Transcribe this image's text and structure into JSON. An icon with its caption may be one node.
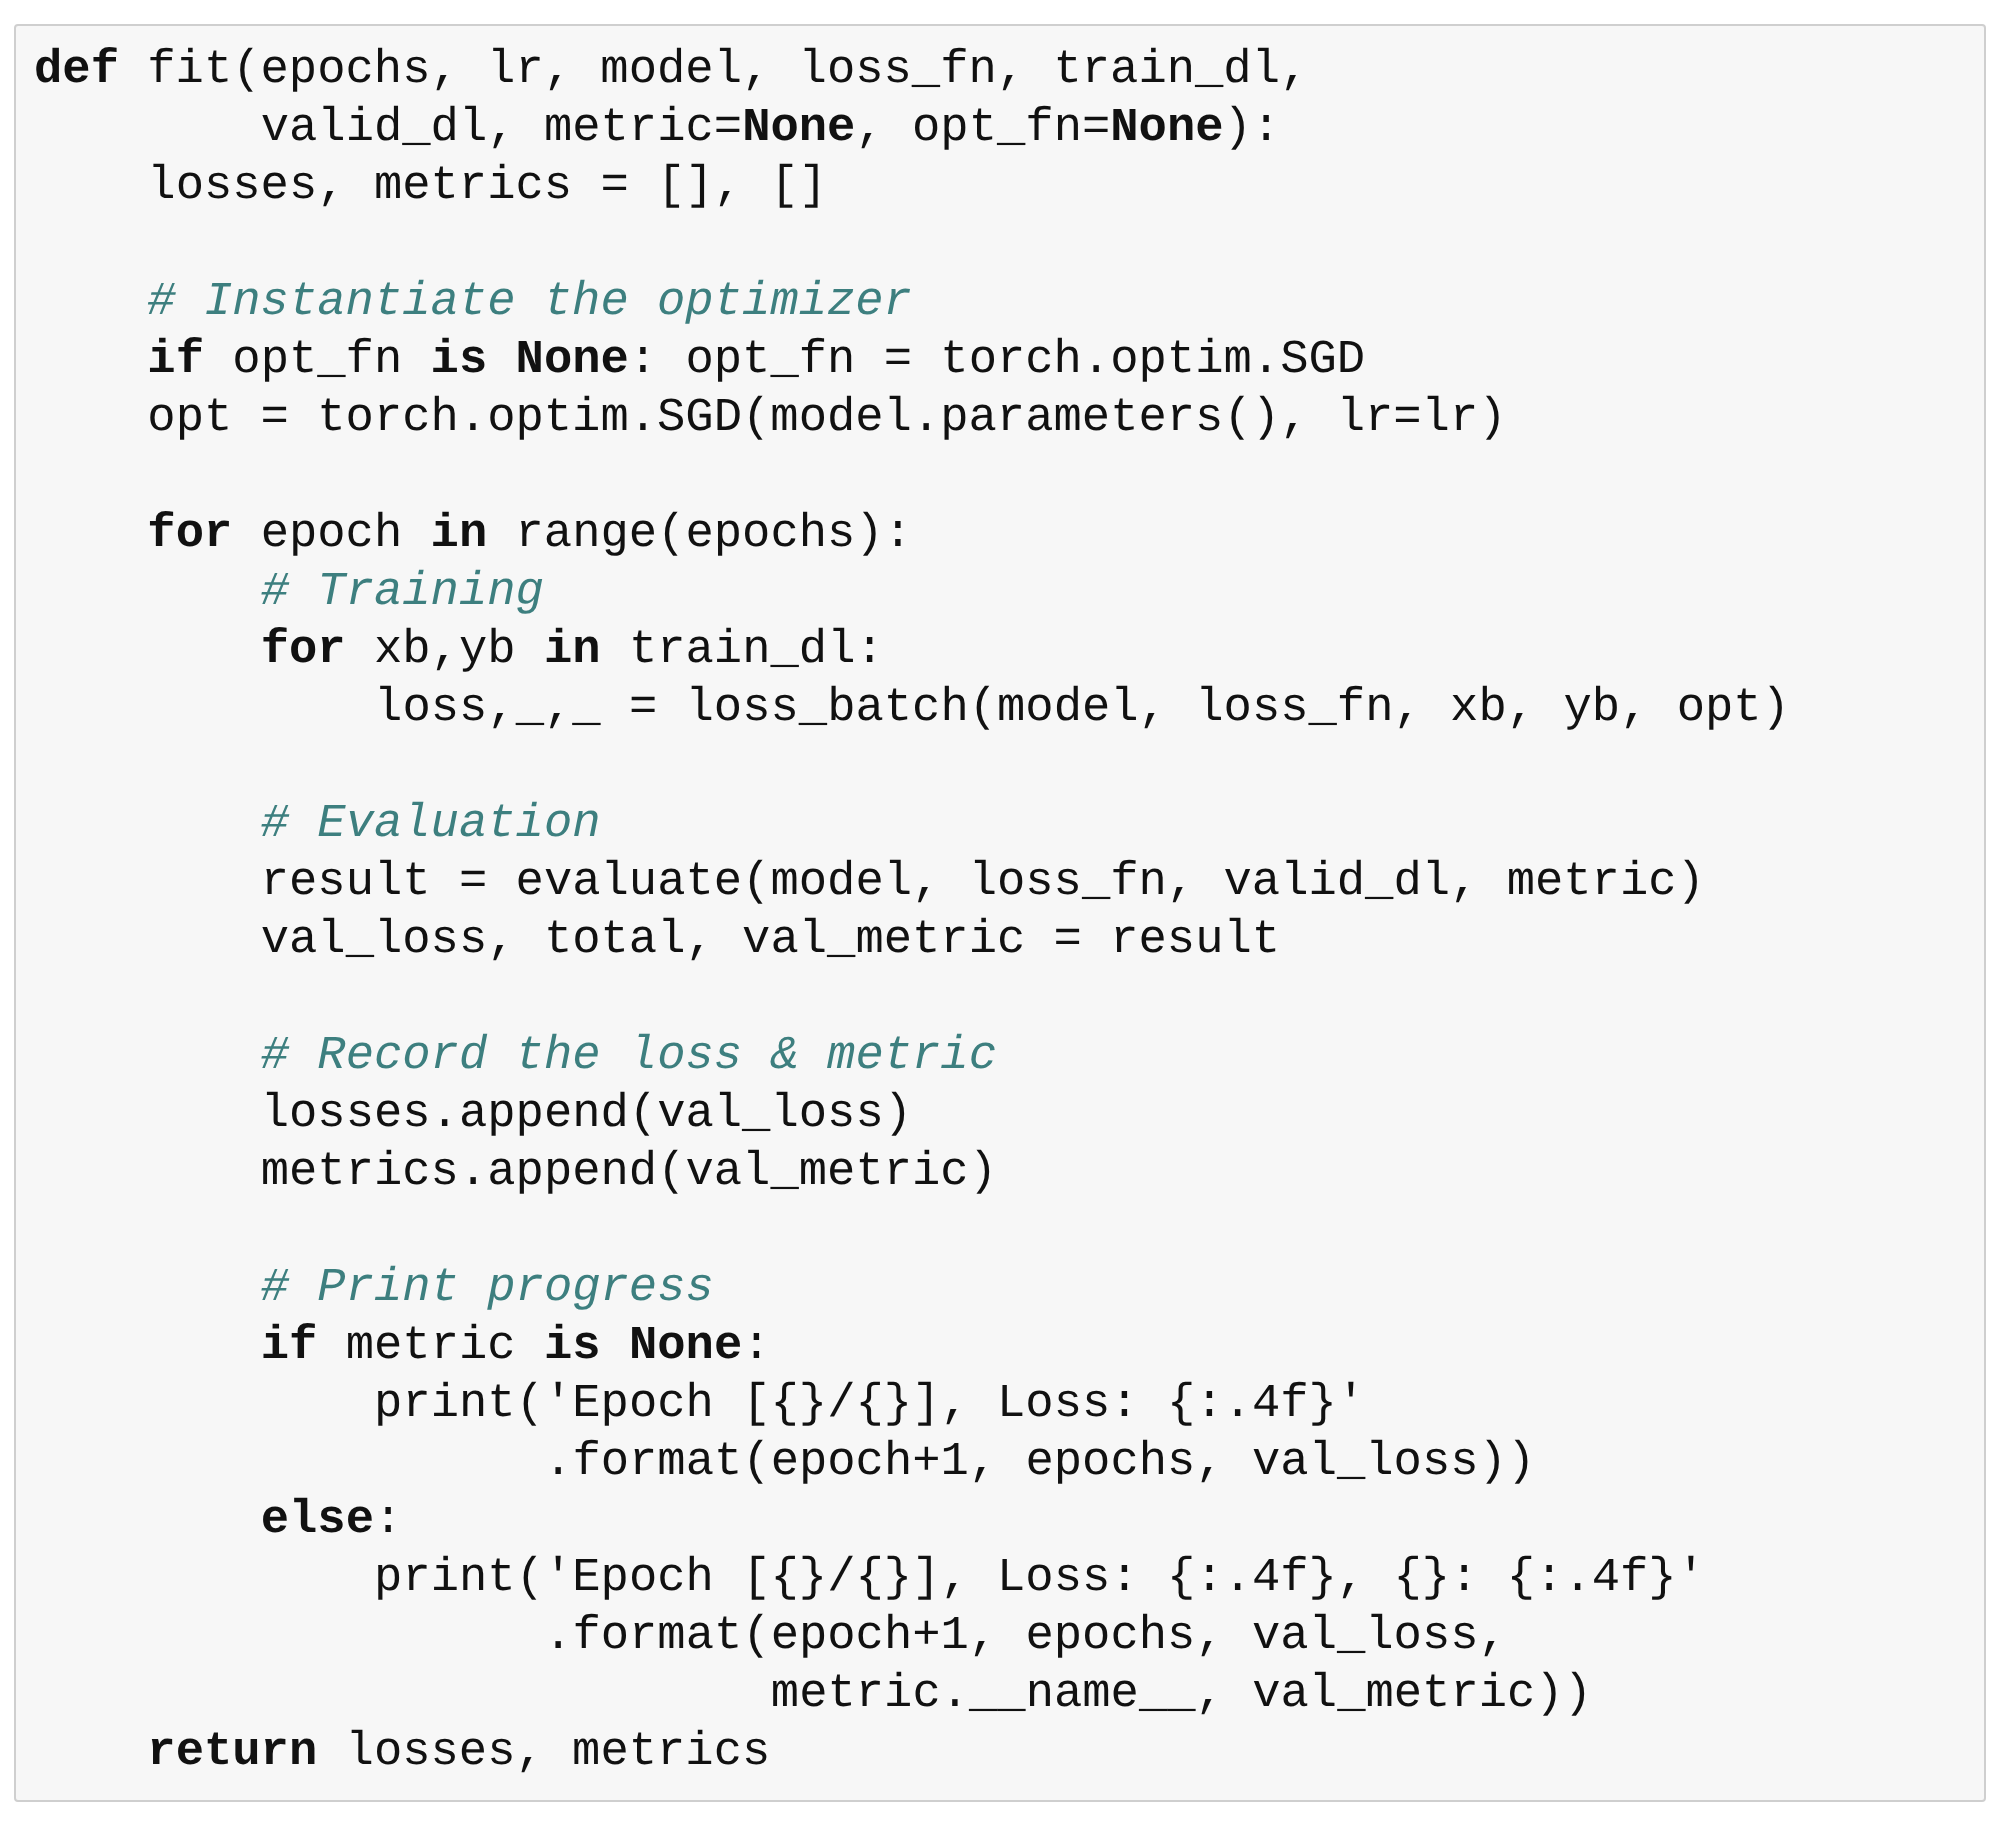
{
  "diagram": {
    "labels": [
      "**def** fit(epochs, lr, model, loss_fn, train_dl,",
      "valid_dl, metric=**None**, opt_fn=**None**):",
      "losses, metrics = [], []",
      "# Instantiate the optimizer",
      "**if** opt_fn **is** **None**: opt_fn = torch.optim.SGD",
      "opt = torch.optim.SGD(model.parameters(), lr=lr)",
      "**for** epoch **in** range(epochs):",
      "# Training",
      "**for** xb,yb **in** train_dl:",
      "loss,_,_ = loss_batch(model, loss_fn, xb, yb, opt)",
      "# Evaluation",
      "result = evaluate(model, loss_fn, valid_dl, metric)",
      "val_loss, total, val_metric = result",
      "# Record the loss & metric",
      "losses.append(val_loss)",
      "metrics.append(val_metric)",
      "# Print progress",
      "**if** metric **is** **None**:",
      "print('Epoch [{}/{}], Loss: {:.4f}'",
      ".format(epoch+1, epochs, val_loss))",
      "**else**:",
      "print('Epoch [{}/{}], Loss: {:.4f}, {}: {:.4f}'",
      ".format(epoch+1, epochs, val_loss,",
      "metric.__name__, val_metric))",
      "**return** losses, metrics"
    ]
  }
}
